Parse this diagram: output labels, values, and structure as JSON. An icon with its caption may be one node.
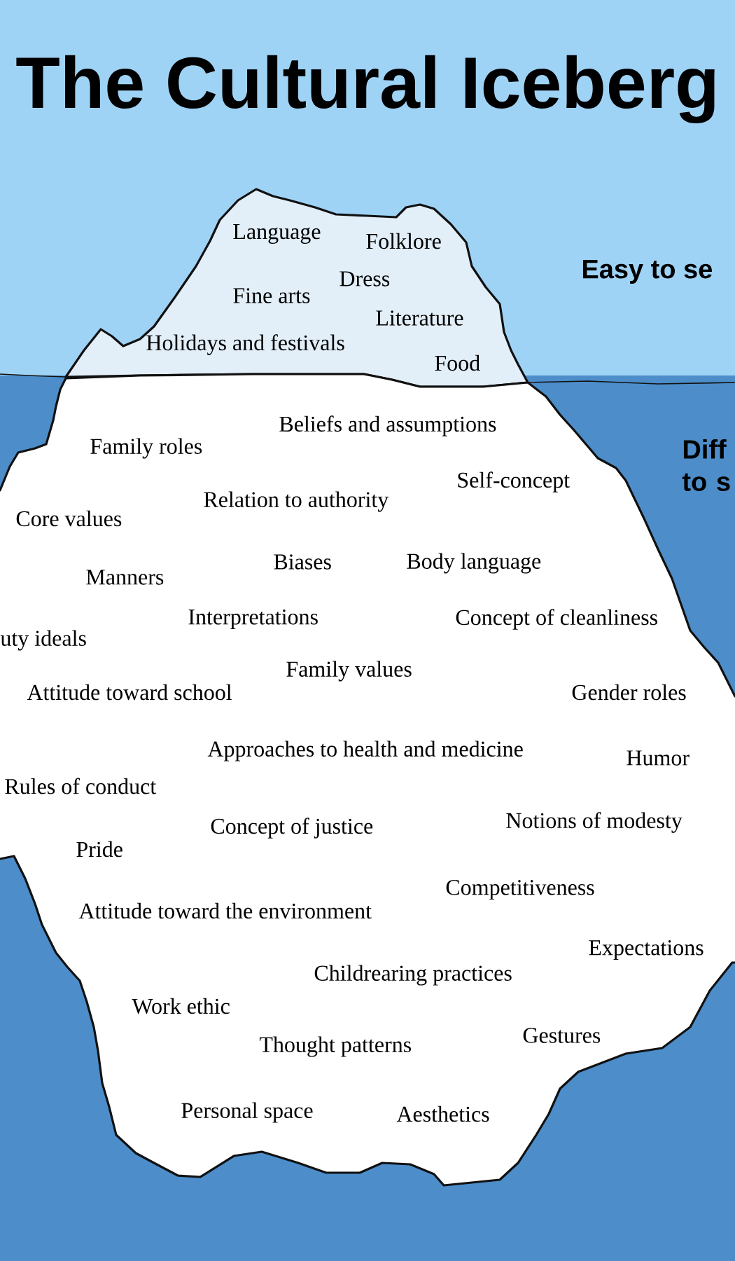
{
  "diagram": {
    "title": "The Cultural Iceberg",
    "nodes": [
      {
        "text": [
          "Language",
          "Folklore",
          "Dress",
          "Fine arts",
          "Literature",
          "Holidays and festivals",
          "Food"
        ]
      },
      {
        "text": [
          "Beliefs and assumptions",
          "Family roles",
          "Self-concept",
          "Relation to authority",
          "Core values",
          "Biases",
          "Body language",
          "Manners",
          "Interpretations",
          "Concept of cleanliness",
          "uty ideals",
          "Family values",
          "Attitude toward school",
          "Gender roles",
          "Approaches to health and medicine",
          "Humor",
          "Rules of conduct",
          "Concept of justice",
          "Notions of modesty",
          "Pride",
          "Competitiveness",
          "Attitude toward the environment",
          "Expectations",
          "Childrearing practices",
          "Work ethic",
          "Gestures",
          "Thought patterns",
          "Personal space",
          "Aesthetics"
        ]
      }
    ],
    "labels": [
      "Easy to se",
      "Diff to s"
    ]
  }
}
